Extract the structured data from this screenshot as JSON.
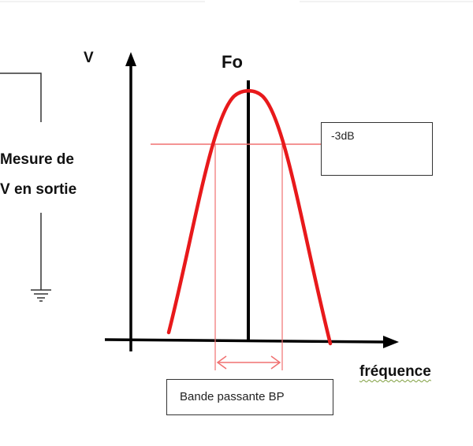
{
  "labels": {
    "y_axis": "V",
    "center_freq": "Fo",
    "measure_line1": "Mesure de",
    "measure_line2": "V en sortie",
    "x_axis": "fréquence",
    "minus_3db": "-3dB",
    "bandwidth": "Bande passante BP"
  },
  "colors": {
    "curve": "#e8191b",
    "guide_lines": "#f07070",
    "axes": "#000000",
    "circuit": "#333333",
    "text": "#111111"
  }
}
